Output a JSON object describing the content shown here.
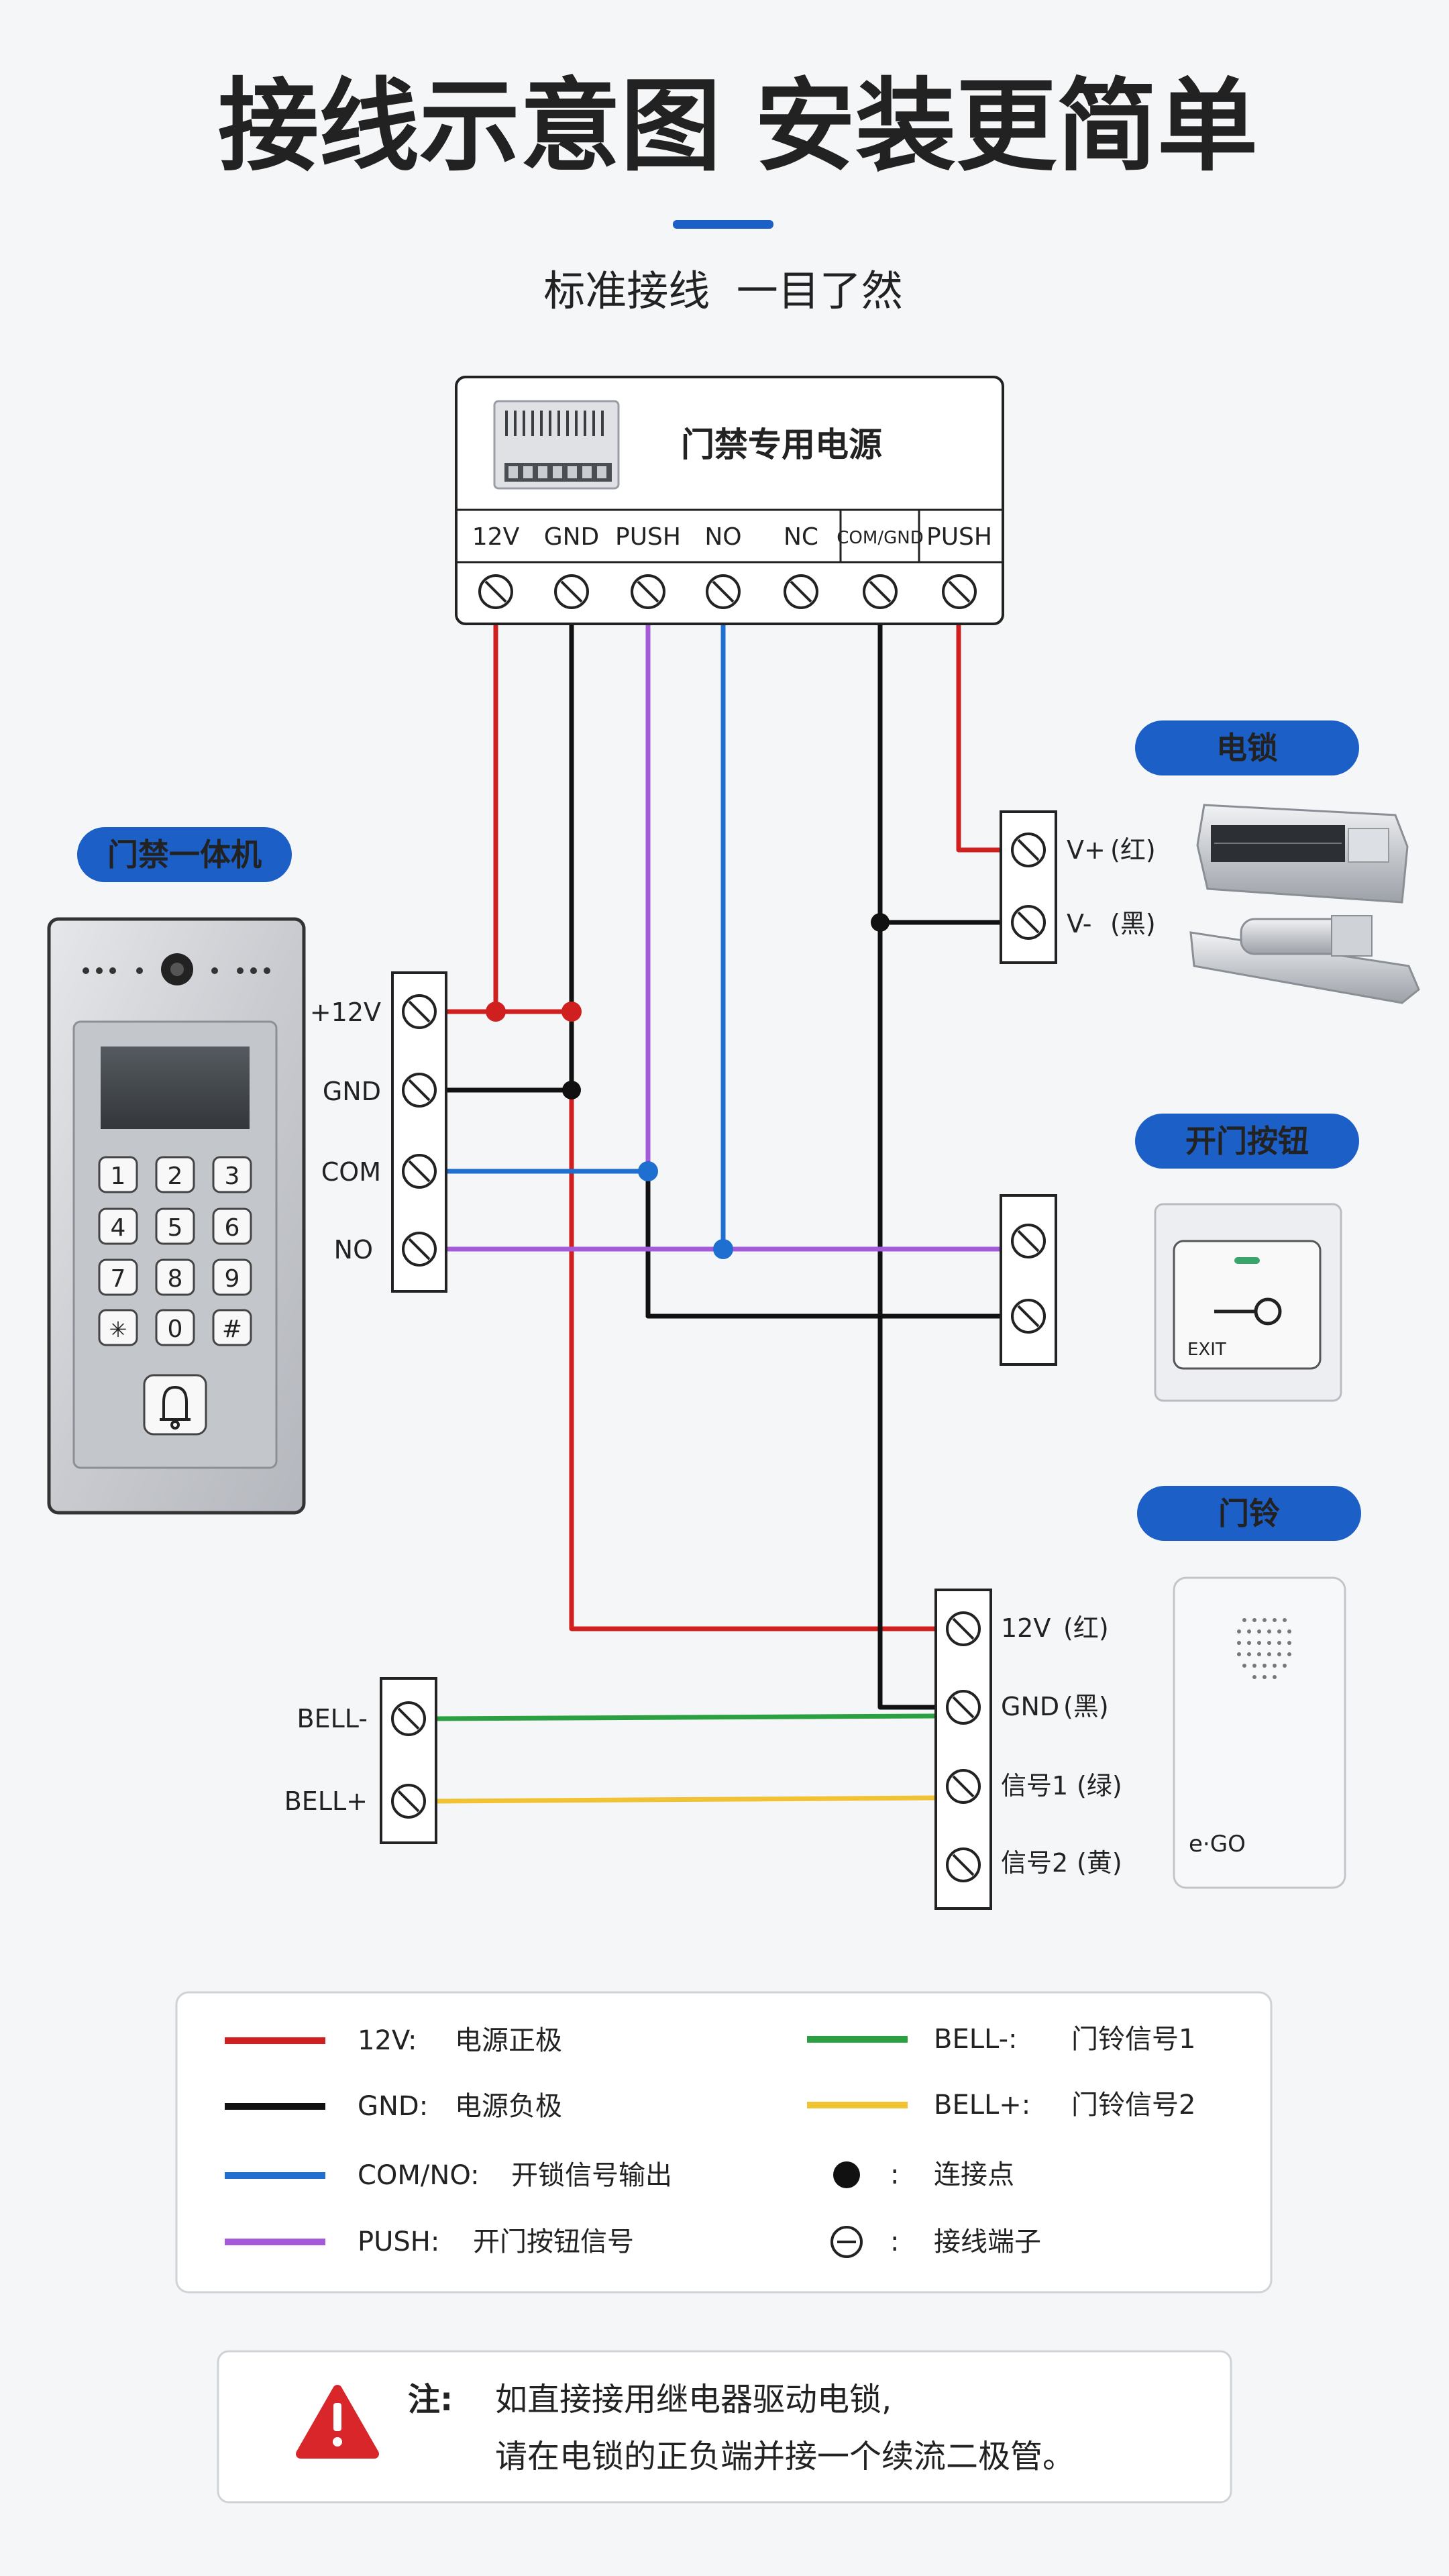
{
  "header": {
    "title_dark": "接线示意图",
    "title_blue": "安装更简单",
    "subtitle": "标准接线  一目了然"
  },
  "power_supply": {
    "title": "门禁专用电源",
    "terminals": [
      "12V",
      "GND",
      "PUSH",
      "NO",
      "NC",
      "COM/GND",
      "PUSH"
    ]
  },
  "access_unit": {
    "badge": "门禁一体机",
    "terminals": [
      "+12V",
      "GND",
      "COM",
      "NO"
    ],
    "keys": [
      "1",
      "2",
      "3",
      "4",
      "5",
      "6",
      "7",
      "8",
      "9",
      "✳",
      "0",
      "#"
    ]
  },
  "lock": {
    "badge": "电锁",
    "terminals": [
      {
        "label": "V+",
        "color_note": "(红)",
        "note_color": "#d62020"
      },
      {
        "label": "V-",
        "color_note": "(黑)",
        "note_color": "#222222"
      }
    ]
  },
  "exit_button": {
    "badge": "开门按钮",
    "plate_text": "EXIT"
  },
  "doorbell": {
    "badge": "门铃",
    "brand": "e·GO",
    "terminals": [
      {
        "label": "12V",
        "color_note": "(红)",
        "note_color": "#d62020"
      },
      {
        "label": "GND",
        "color_note": "(黑)",
        "note_color": "#222222"
      },
      {
        "label": "信号1",
        "color_note": "(绿)",
        "note_color": "#2aa040"
      },
      {
        "label": "信号2",
        "color_note": "(黄)",
        "note_color": "#e9b316"
      }
    ]
  },
  "bell_block": {
    "terminals": [
      "BELL-",
      "BELL+"
    ]
  },
  "legend": [
    {
      "key": "12V:",
      "desc": "电源正极",
      "color": "#d01f1f"
    },
    {
      "key": "GND:",
      "desc": "电源负极",
      "color": "#111111"
    },
    {
      "key": "COM/NO:",
      "desc": "开锁信号输出",
      "color": "#1f6fd1"
    },
    {
      "key": "PUSH:",
      "desc": "开门按钮信号",
      "color": "#a55ad9"
    },
    {
      "key": "BELL-:",
      "desc": "门铃信号1",
      "color": "#2aa040"
    },
    {
      "key": "BELL+:",
      "desc": "门铃信号2",
      "color": "#f1c232"
    },
    {
      "key": ":",
      "desc": "连接点",
      "symbol": "dot"
    },
    {
      "key": ":",
      "desc": "接线端子",
      "symbol": "terminal"
    }
  ],
  "note": {
    "label": "注:",
    "line1": "如直接接用继电器驱动电锁,",
    "line2": "请在电锁的正负端并接一个续流二极管。"
  },
  "colors": {
    "red": "#d01f1f",
    "black": "#111111",
    "blue": "#1f6fd1",
    "purple": "#a55ad9",
    "green": "#2aa040",
    "yellow": "#f1c232",
    "accent": "#1c5fc7"
  }
}
